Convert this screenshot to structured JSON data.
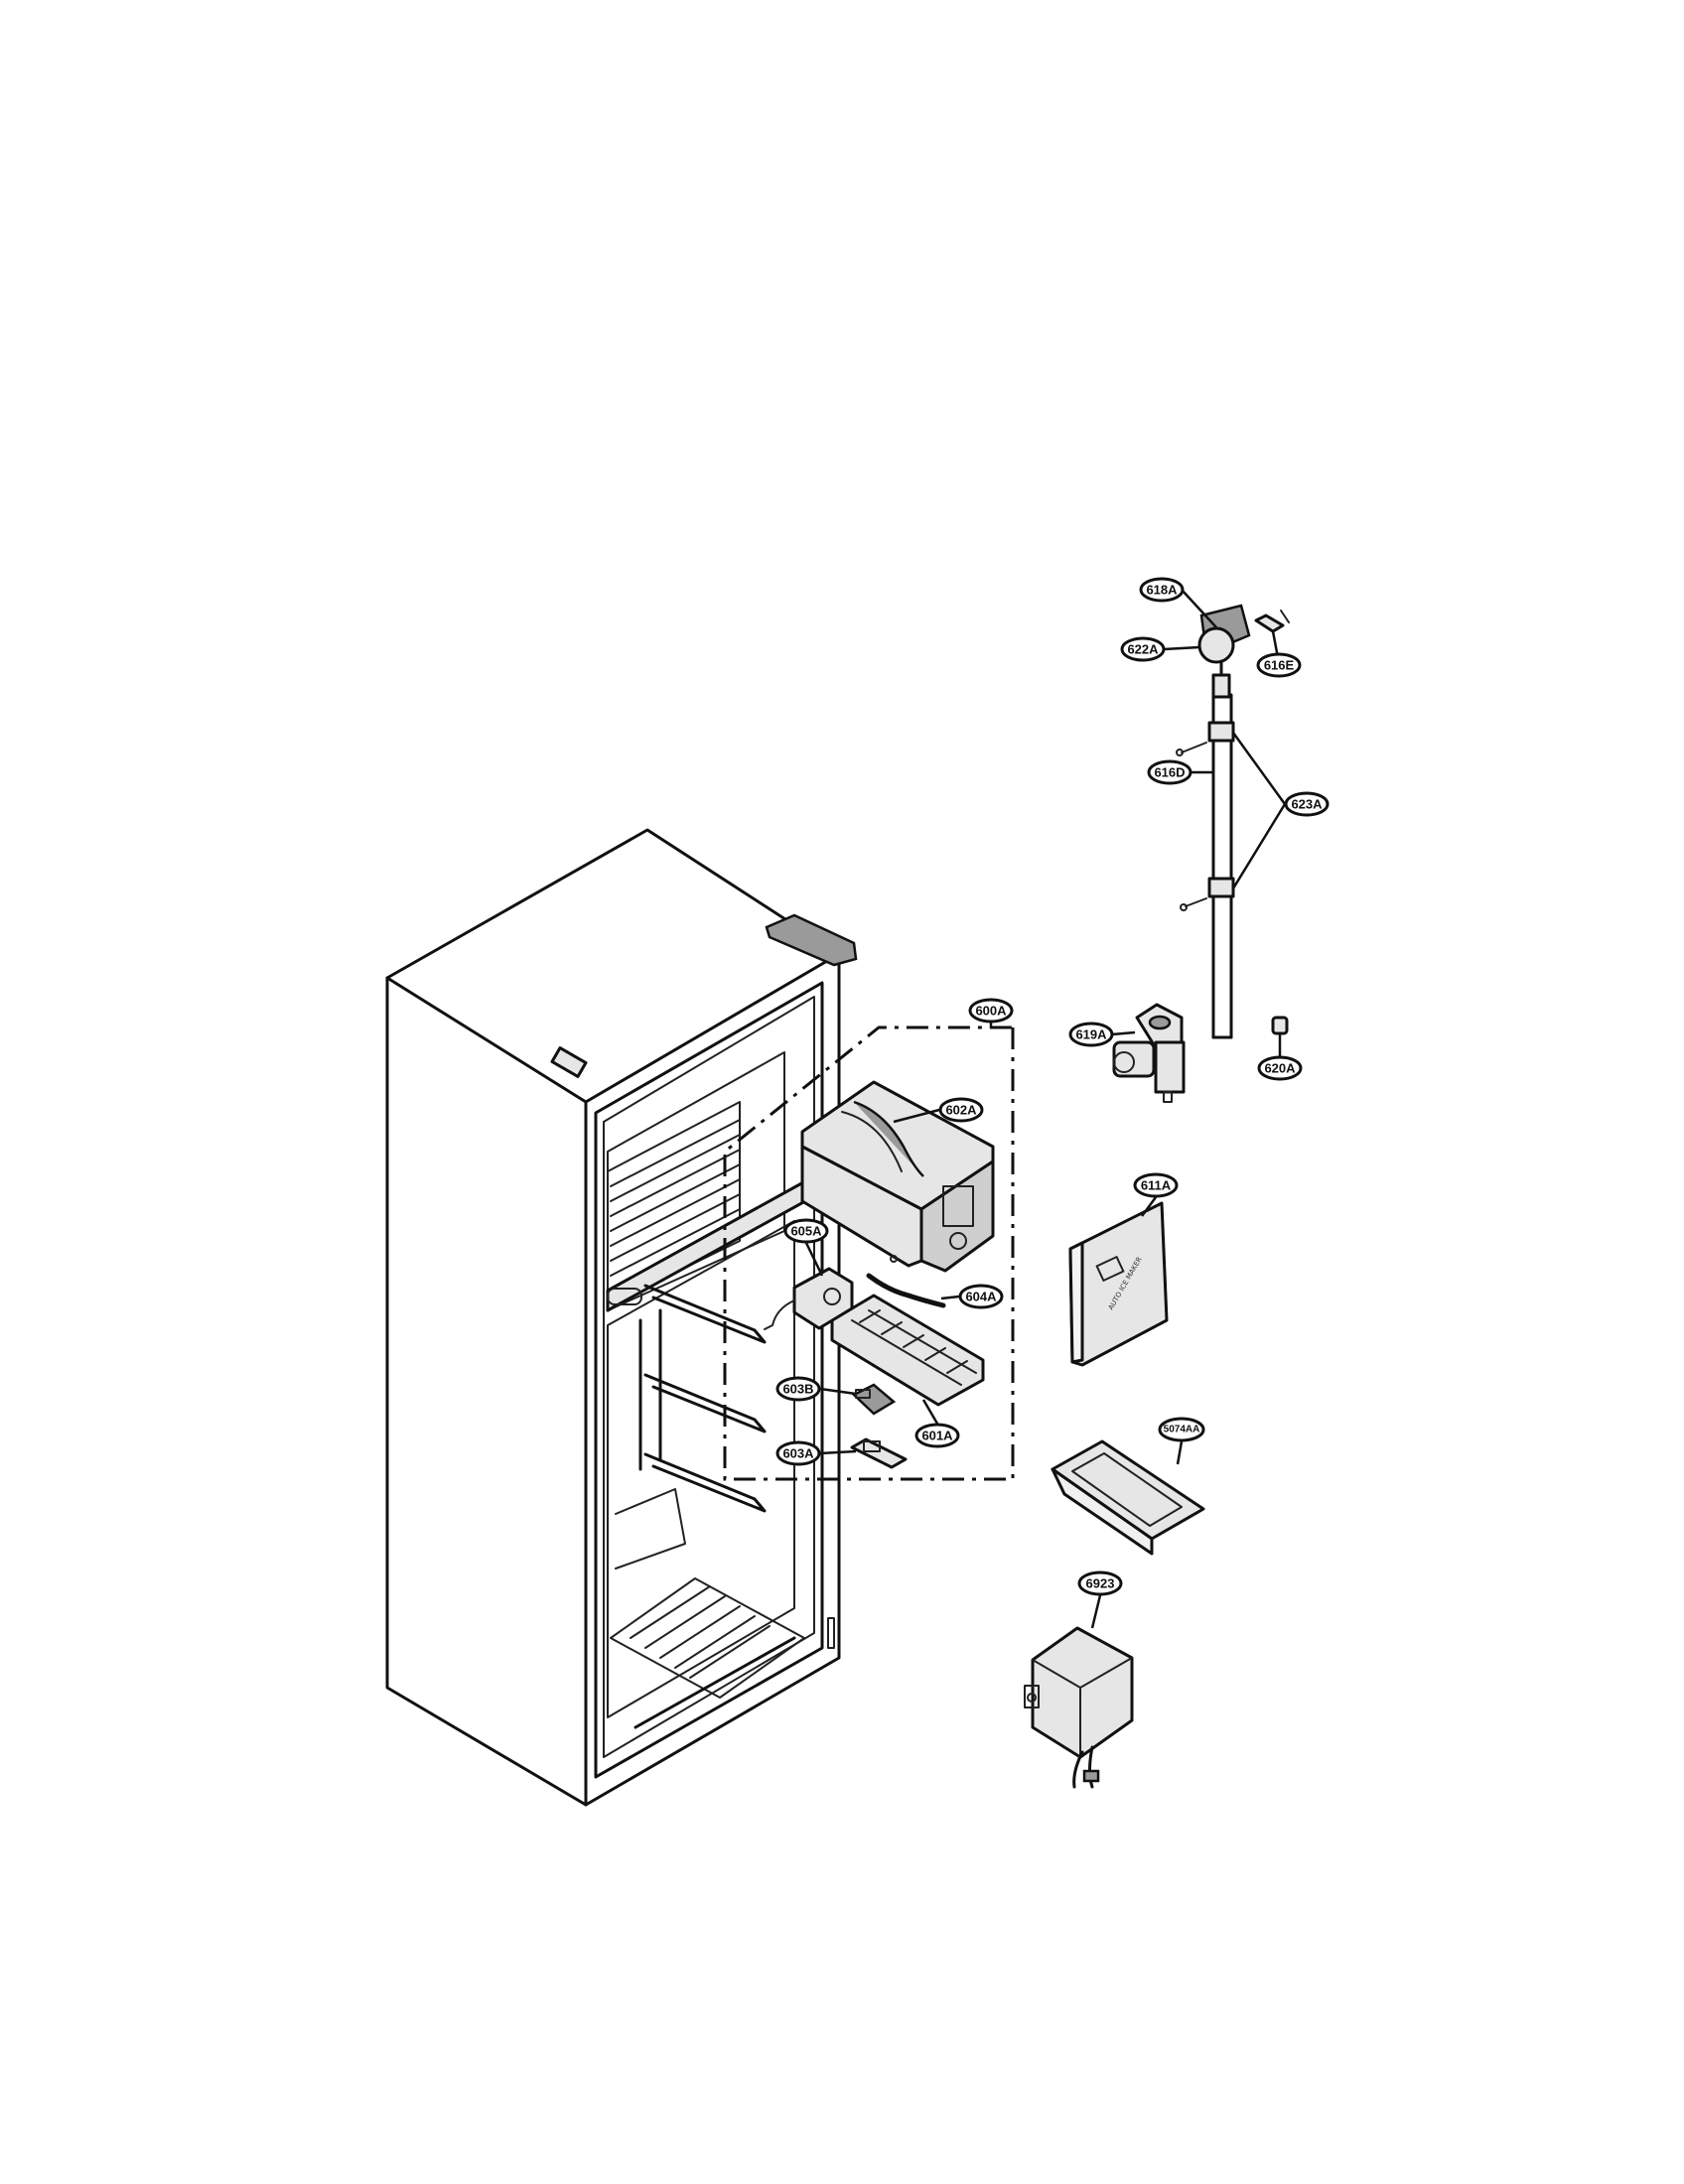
{
  "callouts": {
    "c618A": "618A",
    "c622A": "622A",
    "c616E": "616E",
    "c616D": "616D",
    "c623A": "623A",
    "c600A": "600A",
    "c602A": "602A",
    "c619A": "619A",
    "c620A": "620A",
    "c611A": "611A",
    "c605A": "605A",
    "c604A": "604A",
    "c603B": "603B",
    "c601A": "601A",
    "c603A": "603A",
    "c5074AA": "5074AA",
    "c6923": "6923"
  }
}
